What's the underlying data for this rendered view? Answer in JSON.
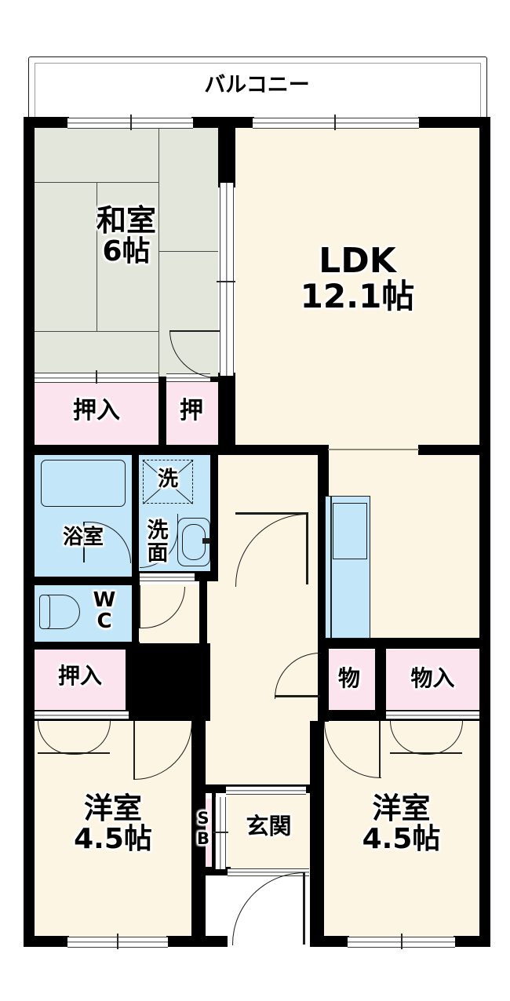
{
  "plan": {
    "type": "japanese-apartment-floor-plan",
    "unit": "帖",
    "colors": {
      "wall": "#000000",
      "ldk_floor": "#fdf5e3",
      "tatami_floor": "#e2e6db",
      "closet": "#fce4ef",
      "water_area": "#c3e6f8",
      "outside": "#ffffff"
    },
    "balcony": {
      "label": "バルコニー"
    },
    "rooms": [
      {
        "id": "washitsu",
        "name": "和室",
        "size": "6帖",
        "type": "tatami"
      },
      {
        "id": "ldk",
        "name": "LDK",
        "size": "12.1帖",
        "type": "living-dining-kitchen"
      },
      {
        "id": "yoshitsu1",
        "name": "洋室",
        "size": "4.5帖",
        "type": "western"
      },
      {
        "id": "yoshitsu2",
        "name": "洋室",
        "size": "4.5帖",
        "type": "western"
      }
    ],
    "storage": [
      {
        "id": "oshiire-washitsu",
        "label": "押入"
      },
      {
        "id": "oshi-washitsu",
        "label": "押"
      },
      {
        "id": "oshiire-hall",
        "label": "押入"
      },
      {
        "id": "mono",
        "label": "物"
      },
      {
        "id": "monoire",
        "label": "物入"
      },
      {
        "id": "shoe-box",
        "label_line1": "S",
        "label_line2": "B"
      }
    ],
    "water_rooms": [
      {
        "id": "bath",
        "label": "浴室"
      },
      {
        "id": "washer",
        "label": "洗"
      },
      {
        "id": "vanity",
        "label_line1": "洗",
        "label_line2": "面"
      },
      {
        "id": "toilet",
        "label_line1": "W",
        "label_line2": "C"
      }
    ],
    "entrance": {
      "label": "玄関"
    }
  }
}
